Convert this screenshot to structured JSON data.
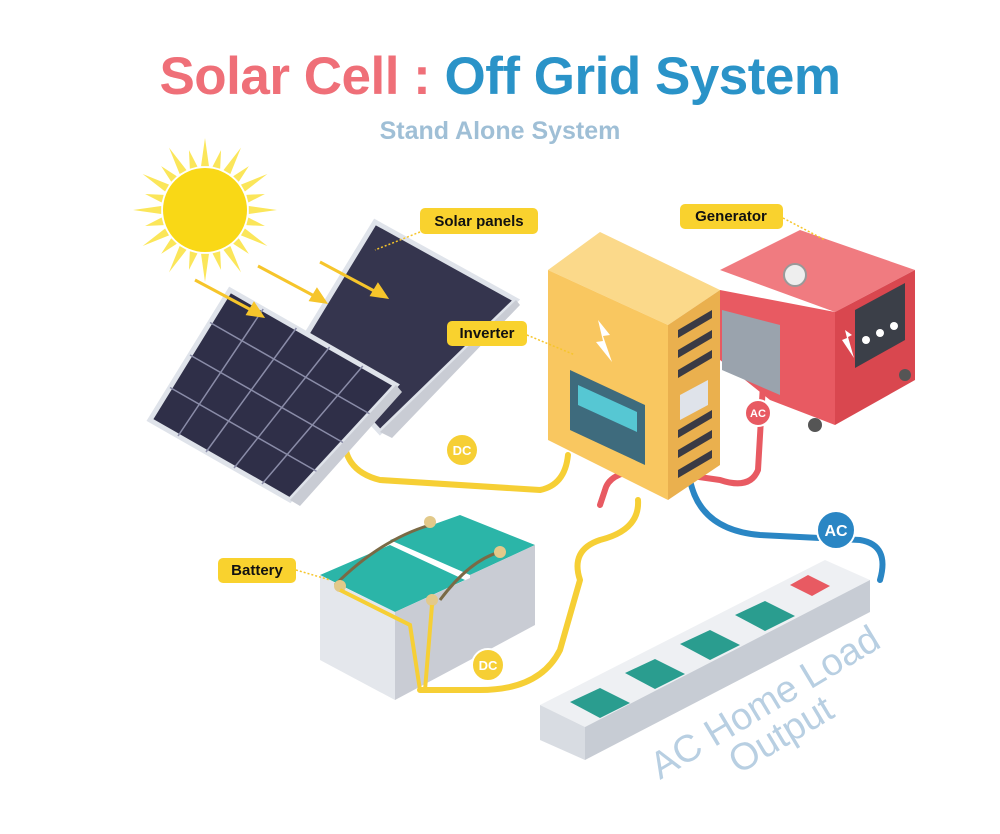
{
  "title": {
    "part1": "Solar Cell :",
    "part2": "Off Grid System"
  },
  "subtitle": "Stand Alone System",
  "labels": {
    "solar_panels": "Solar panels",
    "generator": "Generator",
    "inverter": "Inverter",
    "battery": "Battery"
  },
  "connectors": {
    "dc_panel": "DC",
    "ac_generator": "AC",
    "ac_output": "AC",
    "dc_battery": "DC"
  },
  "output_label": {
    "line1": "AC Home Load",
    "line2": "Output"
  },
  "colors": {
    "title_red": "#ef6f78",
    "title_blue": "#2a93c8",
    "subtitle": "#9fbfd6",
    "label_bg": "#f9d22e",
    "dc_wire": "#f6cf35",
    "ac_red": "#e85a62",
    "ac_blue": "#2a86c4",
    "output_text": "#b8cfe2"
  }
}
